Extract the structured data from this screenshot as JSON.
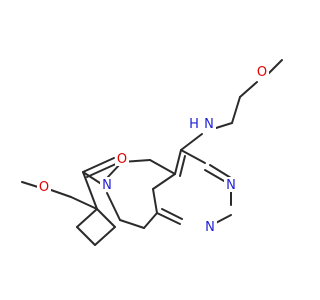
{
  "structure": {
    "atom_labels": {
      "O_ether_top": "O",
      "NH_amine": "N",
      "H_amine": "H",
      "N_pyrimidine_top": "N",
      "N_pyrimidine_bottom": "N",
      "N_azepine": "N",
      "O_carbonyl": "O",
      "O_ether_left": "O"
    }
  },
  "colors": {
    "bond": "#2b2b2b",
    "nitrogen": "#1f1fd6",
    "oxygen": "#e00000"
  }
}
